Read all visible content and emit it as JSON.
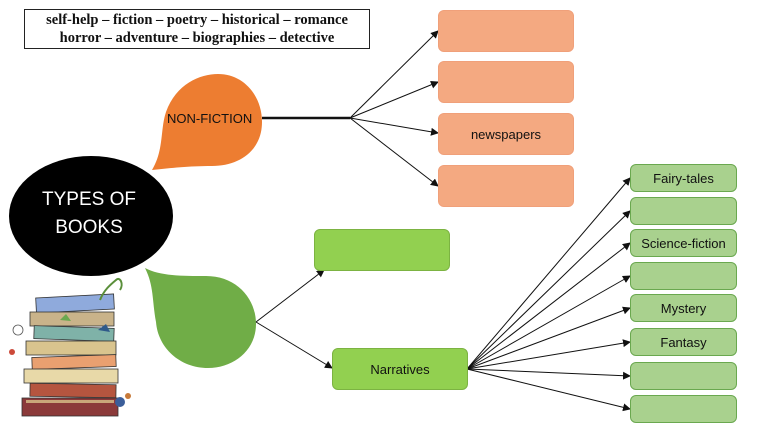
{
  "word_bank": {
    "line1": "self-help – fiction – poetry – historical – romance",
    "line2": "horror – adventure – biographies – detective"
  },
  "central": {
    "line1": "TYPES OF",
    "line2": "BOOKS",
    "color": "#000000"
  },
  "branches": {
    "non_fiction": {
      "label": "NON-FICTION",
      "color": "#ed7d31",
      "boxes": [
        "",
        "",
        "newspapers",
        ""
      ]
    },
    "fiction": {
      "label": "",
      "color": "#70ad47",
      "boxes": [
        "",
        "Narratives"
      ],
      "narrative_subtypes": [
        "Fairy-tales",
        "",
        "Science-fiction",
        "",
        "Mystery",
        "Fantasy",
        "",
        ""
      ]
    }
  },
  "colors": {
    "orange_box": "#f4a981",
    "green_box": "#92d050",
    "green_small_box": "#a9d18e"
  }
}
